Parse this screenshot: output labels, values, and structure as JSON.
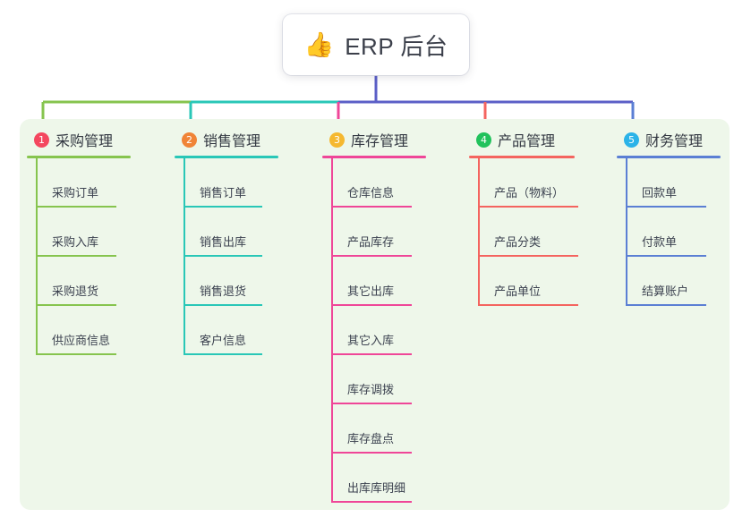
{
  "root": {
    "emoji": "👍",
    "emoji_name": "thumbs-up-icon",
    "title": "ERP 后台"
  },
  "theme": {
    "panel_bg": "#eef7ea",
    "page_bg": "#ffffff",
    "stem_color": "#5b5fc7",
    "text_color": "#3c4250",
    "title_text_color": "#3b3f4a"
  },
  "columns": [
    {
      "index": "1",
      "title": "采购管理",
      "badge_color": "#f4475f",
      "line_color": "#86c44e",
      "items": [
        "采购订单",
        "采购入库",
        "采购退货",
        "供应商信息"
      ]
    },
    {
      "index": "2",
      "title": "销售管理",
      "badge_color": "#f08437",
      "line_color": "#29c7b7",
      "items": [
        "销售订单",
        "销售出库",
        "销售退货",
        "客户信息"
      ]
    },
    {
      "index": "3",
      "title": "库存管理",
      "badge_color": "#f5b830",
      "line_color": "#ef4698",
      "items": [
        "仓库信息",
        "产品库存",
        "其它出库",
        "其它入库",
        "库存调拨",
        "库存盘点",
        "出库库明细"
      ]
    },
    {
      "index": "4",
      "title": "产品管理",
      "badge_color": "#21c25c",
      "line_color": "#f4645f",
      "items": [
        "产品（物料）",
        "产品分类",
        "产品单位"
      ]
    },
    {
      "index": "5",
      "title": "财务管理",
      "badge_color": "#2bb3e8",
      "line_color": "#5b7fd4",
      "items": [
        "回款单",
        "付款单",
        "结算账户"
      ]
    }
  ]
}
